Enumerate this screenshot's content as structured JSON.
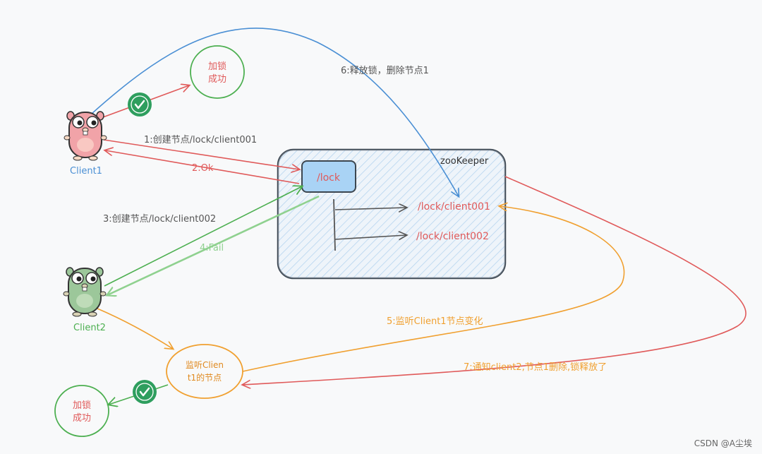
{
  "labels": {
    "step1": "1:创建节点/lock/client001",
    "step2": "2:Ok",
    "step3": "3:创建节点/lock/client002",
    "step4": "4:Fail",
    "step5": "5:监听Client1节点变化",
    "step6": "6:释放锁，删除节点1",
    "step7": "7:通知client2,节点1删除,锁释放了"
  },
  "nodes": {
    "client1": "Client1",
    "client2": "Client2",
    "success_top_line1": "加锁",
    "success_top_line2": "成功",
    "success_bottom_line1": "加锁",
    "success_bottom_line2": "成功",
    "watch_line1": "监听Clien",
    "watch_line2": "t1的节点"
  },
  "zookeeper": {
    "title": "zooKeeper",
    "lock": "/lock",
    "child1": "/lock/client001",
    "child2": "/lock/client002"
  },
  "watermark": "CSDN @A尘埃",
  "colors": {
    "red": "#e05a5a",
    "blue": "#4a8fd4",
    "green": "#4caf50",
    "orange": "#f0a030",
    "lightgreen": "#8fd18f"
  }
}
